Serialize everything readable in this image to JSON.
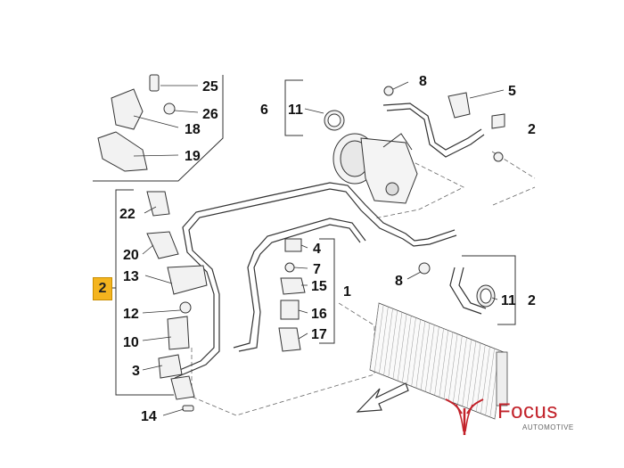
{
  "callouts": {
    "n25": "25",
    "n26": "26",
    "n18": "18",
    "n19": "19",
    "n22": "22",
    "n20": "20",
    "n13": "13",
    "n12": "12",
    "n10": "10",
    "n3": "3",
    "n14": "14",
    "n2": "2",
    "n6": "6",
    "n11a": "11",
    "n8a": "8",
    "n5": "5",
    "n2b": "2",
    "n4": "4",
    "n7": "7",
    "n15": "15",
    "n16": "16",
    "n17": "17",
    "n1": "1",
    "n8b": "8",
    "n11b": "11",
    "n2c": "2"
  },
  "brand": {
    "name": "Focus",
    "sub": "AUTOMOTIVE",
    "accent": "#c2222a"
  }
}
